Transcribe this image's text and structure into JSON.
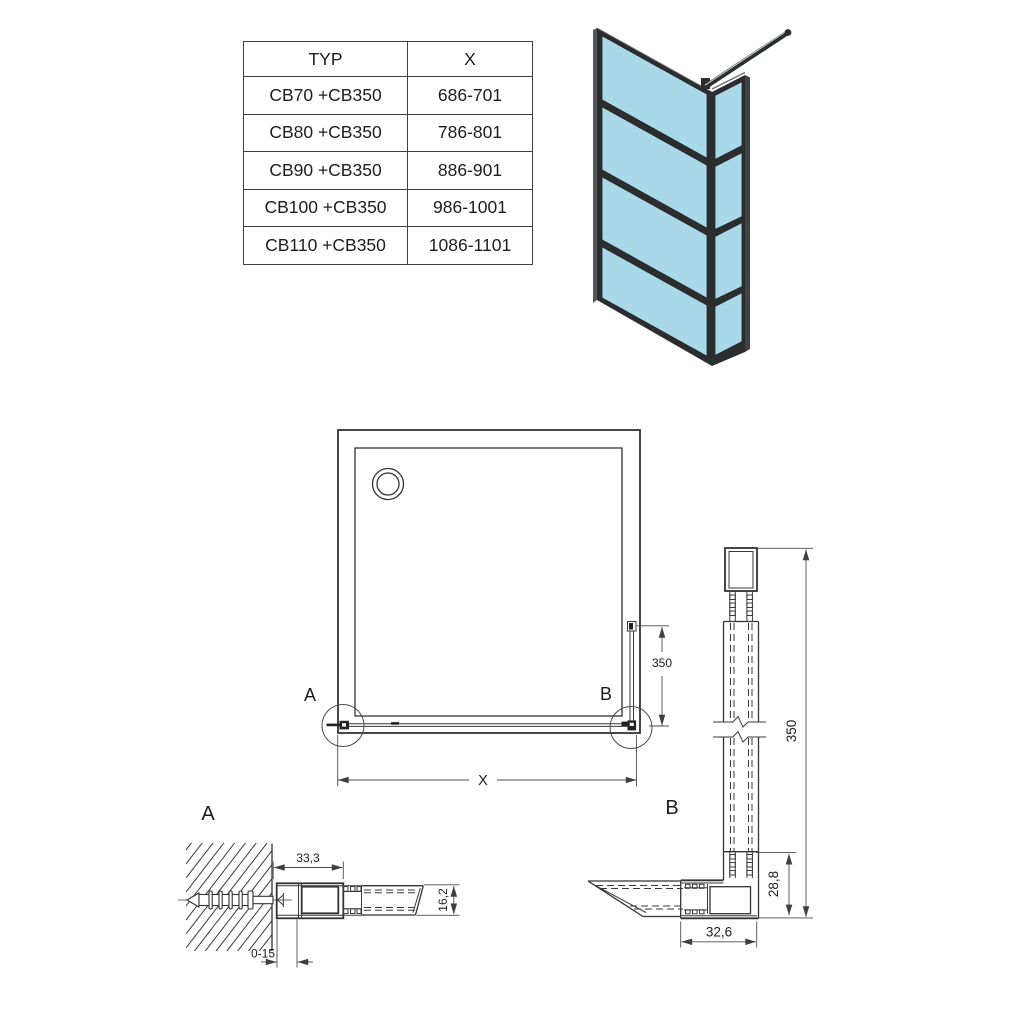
{
  "spec_table": {
    "headers": {
      "typ": "TYP",
      "x": "X"
    },
    "rows": [
      {
        "typ": "CB70 +CB350",
        "x": "686-701"
      },
      {
        "typ": "CB80 +CB350",
        "x": "786-801"
      },
      {
        "typ": "CB90 +CB350",
        "x": "886-901"
      },
      {
        "typ": "CB100 +CB350",
        "x": "986-1001"
      },
      {
        "typ": "CB110 +CB350",
        "x": "1086-1101"
      }
    ]
  },
  "plan": {
    "label_a": "A",
    "label_b": "B",
    "dim_return": "350",
    "dim_width": "X"
  },
  "section_b": {
    "label": "B",
    "dim_height": "350",
    "dim_corner_height": "28,8",
    "dim_corner_width": "32,6"
  },
  "detail_a": {
    "label": "A",
    "dim_profile": "33,3",
    "dim_glass": "16,2",
    "dim_adjust": "0-15"
  },
  "colors": {
    "glass": "#a9d9e9",
    "frame": "#2b2d2f",
    "line": "#333333"
  }
}
